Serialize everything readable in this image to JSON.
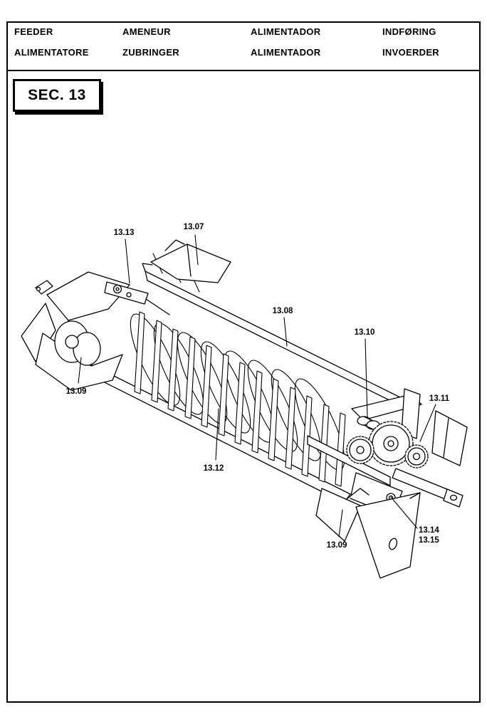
{
  "colors": {
    "ink": "#000000",
    "paper": "#ffffff"
  },
  "header": {
    "row1": [
      "FEEDER",
      "AMENEUR",
      "ALIMENTADOR",
      "INDFØRING"
    ],
    "row2": [
      "ALIMENTATORE",
      "ZUBRINGER",
      "ALIMENTADOR",
      "INVOERDER"
    ]
  },
  "section": {
    "label": "SEC. 13"
  },
  "diagram": {
    "callouts": [
      {
        "id": "13.13"
      },
      {
        "id": "13.07"
      },
      {
        "id": "13.08"
      },
      {
        "id": "13.10"
      },
      {
        "id": "13.09"
      },
      {
        "id": "13.11"
      },
      {
        "id": "13.12"
      },
      {
        "id": "13.09"
      },
      {
        "id": "13.14"
      },
      {
        "id": "13.15"
      }
    ]
  }
}
